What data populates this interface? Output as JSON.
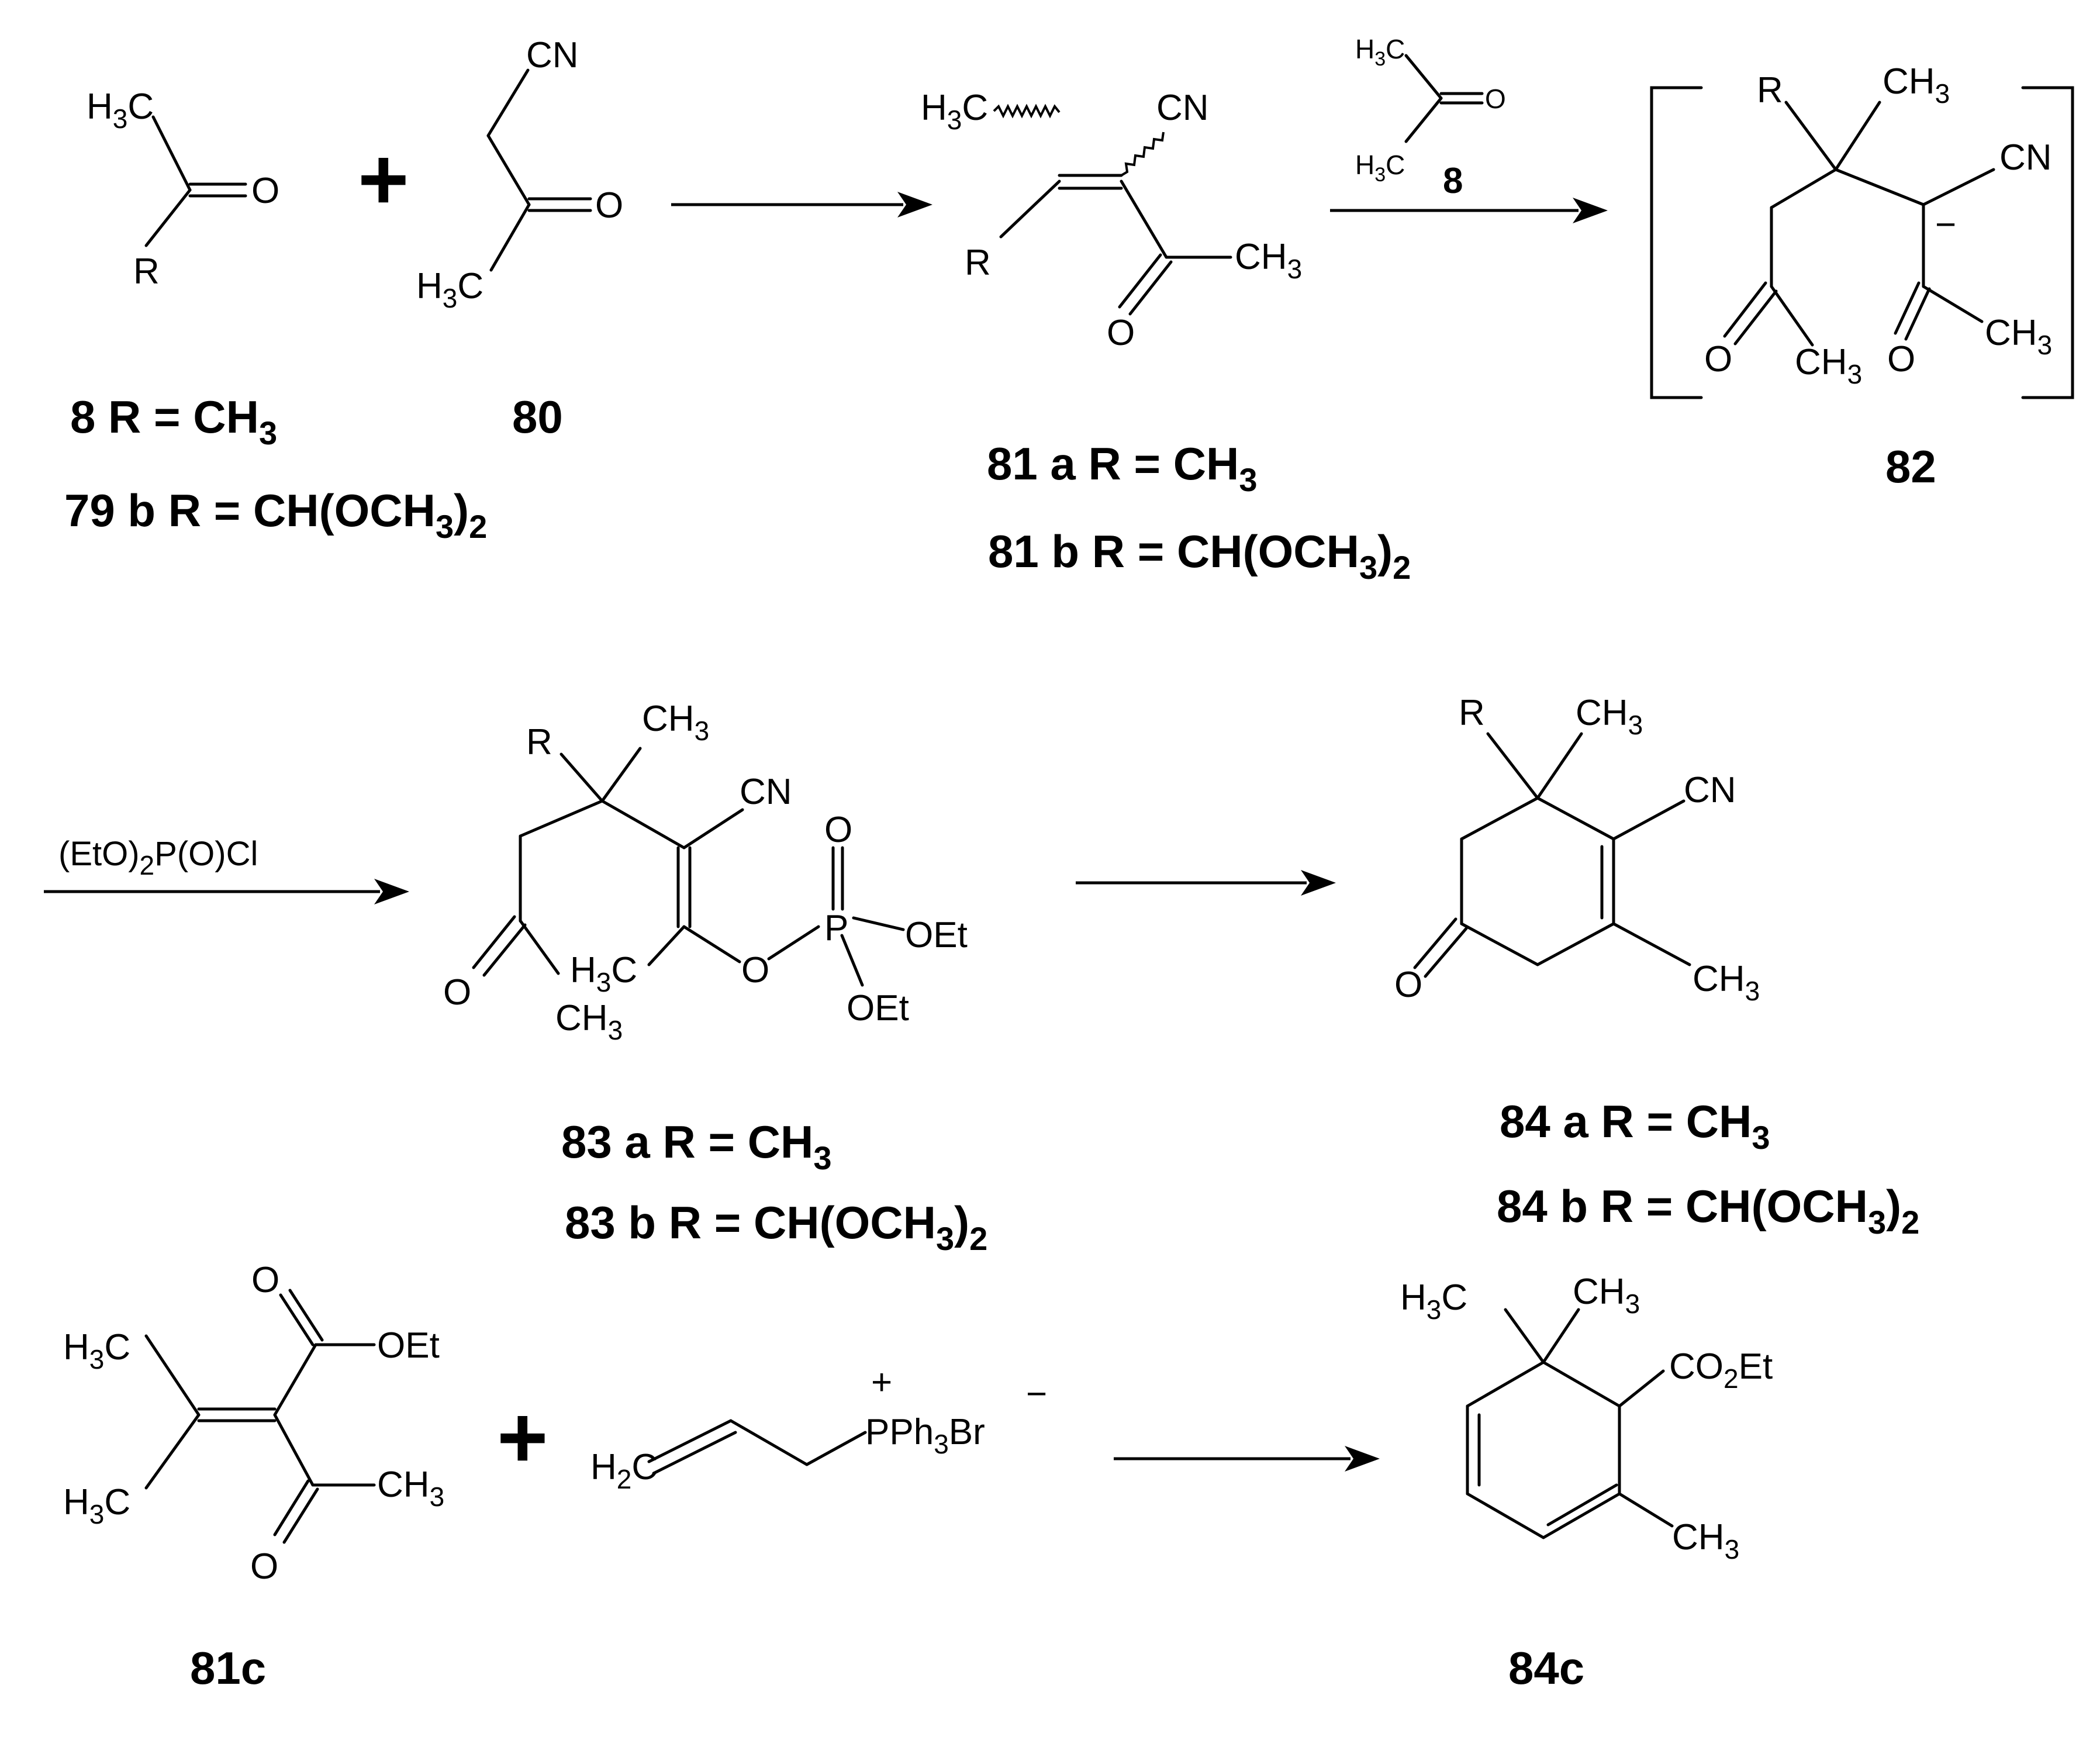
{
  "compounds": {
    "c8": {
      "atoms": {
        "methyl": [
          "H",
          "3",
          "C"
        ],
        "oxygen": "O",
        "r": "R"
      },
      "caption": {
        "num": "8",
        "label": " R = CH",
        "sub": "3"
      }
    },
    "c79b": {
      "caption": {
        "num": "79 b",
        "label": " R = CH(OCH",
        "sub": "3",
        "tail": ")",
        "sub2": "2"
      }
    },
    "c80": {
      "atoms": {
        "cn": "CN",
        "oxygen": "O",
        "methyl": [
          "H",
          "3",
          "C"
        ]
      },
      "caption": {
        "num": "80"
      }
    },
    "c81": {
      "atoms": {
        "methyl_left": [
          "H",
          "3",
          "C"
        ],
        "cn": "CN",
        "r": "R",
        "methyl_right": [
          "CH",
          "3"
        ],
        "oxygen": "O"
      },
      "caption_a": {
        "num": "81 a",
        "label": " R = CH",
        "sub": "3"
      },
      "caption_b": {
        "num": "81 b",
        "label": " R = CH(OCH",
        "sub": "3",
        "tail": ")",
        "sub2": "2"
      }
    },
    "c82": {
      "atoms": {
        "r": "R",
        "methyl_top": [
          "CH",
          "3"
        ],
        "cn": "CN",
        "charge": "−",
        "oxygen_left": "O",
        "methyl_mid": [
          "CH",
          "3"
        ],
        "oxygen_right": "O",
        "methyl_right": [
          "CH",
          "3"
        ]
      },
      "caption": {
        "num": "82"
      }
    },
    "c83": {
      "atoms": {
        "r": "R",
        "methyl_top": [
          "CH",
          "3"
        ],
        "cn": "CN",
        "oxygen_keto": "O",
        "methyl_keto": [
          "CH",
          "3"
        ],
        "methyl_enol": [
          "H",
          "3",
          "C"
        ],
        "oxygen_link": "O",
        "phosphorus": "P",
        "oxygen_double": "O",
        "oet_right": "OEt",
        "oet_down": "OEt"
      },
      "caption_a": {
        "num": "83 a",
        "label": " R = CH",
        "sub": "3"
      },
      "caption_b": {
        "num": "83 b",
        "label": " R = CH(OCH",
        "sub": "3",
        "tail": ")",
        "sub2": "2"
      }
    },
    "c84": {
      "atoms": {
        "r": "R",
        "methyl_top": [
          "CH",
          "3"
        ],
        "cn": "CN",
        "oxygen": "O",
        "methyl_ring": [
          "CH",
          "3"
        ]
      },
      "caption_a": {
        "num": "84 a",
        "label": " R = CH",
        "sub": "3"
      },
      "caption_b": {
        "num": "84 b",
        "label": " R = CH(OCH",
        "sub": "3",
        "tail": ")",
        "sub2": "2"
      }
    },
    "c81c": {
      "atoms": {
        "methyl_top": [
          "H",
          "3",
          "C"
        ],
        "methyl_bottom": [
          "H",
          "3",
          "C"
        ],
        "oxygen_ester": "O",
        "oet": "OEt",
        "methyl_acetyl": [
          "CH",
          "3"
        ],
        "oxygen_acetyl": "O"
      },
      "caption": {
        "num": "81c"
      }
    },
    "phosphonium": {
      "atoms": {
        "h2c": [
          "H",
          "2",
          "C"
        ],
        "p": "PPh",
        "sub": "3",
        "br": "Br",
        "plus": "+",
        "minus": "−"
      }
    },
    "c84c": {
      "atoms": {
        "methyl_left": [
          "H",
          "3",
          "C"
        ],
        "methyl_right": [
          "CH",
          "3"
        ],
        "ester": [
          "CO",
          "2",
          "Et"
        ],
        "methyl_ring": [
          "CH",
          "3"
        ]
      },
      "caption": {
        "num": "84c"
      }
    }
  },
  "reagents": {
    "arrow2_top": {
      "methyl_top": [
        "H",
        "3",
        "C"
      ],
      "oxygen": "O",
      "methyl_bottom": [
        "H",
        "3",
        "C"
      ],
      "num": "8"
    },
    "arrow3": [
      "(EtO)",
      "2",
      "P(O)Cl"
    ]
  },
  "plus_signs": [
    "+",
    "+"
  ]
}
